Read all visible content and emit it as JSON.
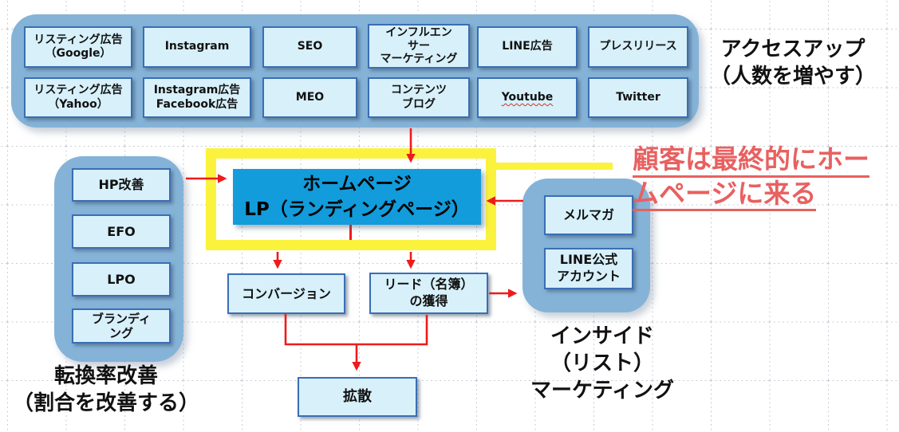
{
  "colors": {
    "container_blue": "#85b3d7",
    "box_fill": "#d7f0fa",
    "box_border": "#3a6eb5",
    "lp_blue": "#129cdb",
    "highlight_yellow": "#fbf23d",
    "arrow_red": "#ee1b1b",
    "annotation_red": "#e86060"
  },
  "access_group": {
    "row1": [
      {
        "label": "リスティング広告\n（Google）"
      },
      {
        "label": "Instagram"
      },
      {
        "label": "SEO"
      },
      {
        "label": "インフルエン\nサー\nマーケティング"
      },
      {
        "label": "LINE広告"
      },
      {
        "label": "プレスリリース"
      }
    ],
    "row2": [
      {
        "label": "リスティング広告\n（Yahoo）"
      },
      {
        "label": "Instagram広告\nFacebook広告"
      },
      {
        "label": "MEO"
      },
      {
        "label": "コンテンツ\nブログ"
      },
      {
        "label": "Youtube"
      },
      {
        "label": "Twitter"
      }
    ],
    "caption": "アクセスアップ\n（人数を増やす）"
  },
  "conversion_group": {
    "boxes": [
      {
        "label": "HP改善"
      },
      {
        "label": "EFO"
      },
      {
        "label": "LPO"
      },
      {
        "label": "ブランディ\nング"
      }
    ],
    "caption": "転換率改善\n（割合を改善する）"
  },
  "center": {
    "homepage": "ホームページ\nLP（ランディングページ）",
    "conversion": "コンバージョン",
    "lead": "リード（名簿）\nの獲得",
    "spread": "拡散"
  },
  "inside_group": {
    "boxes": [
      {
        "label": "メルマガ"
      },
      {
        "label": "LINE公式\nアカウント"
      }
    ],
    "caption": "インサイド\n（リスト）\nマーケティング"
  },
  "annotation": {
    "line1": "顧客は最終的にホー",
    "line2": "ムページに来る"
  }
}
